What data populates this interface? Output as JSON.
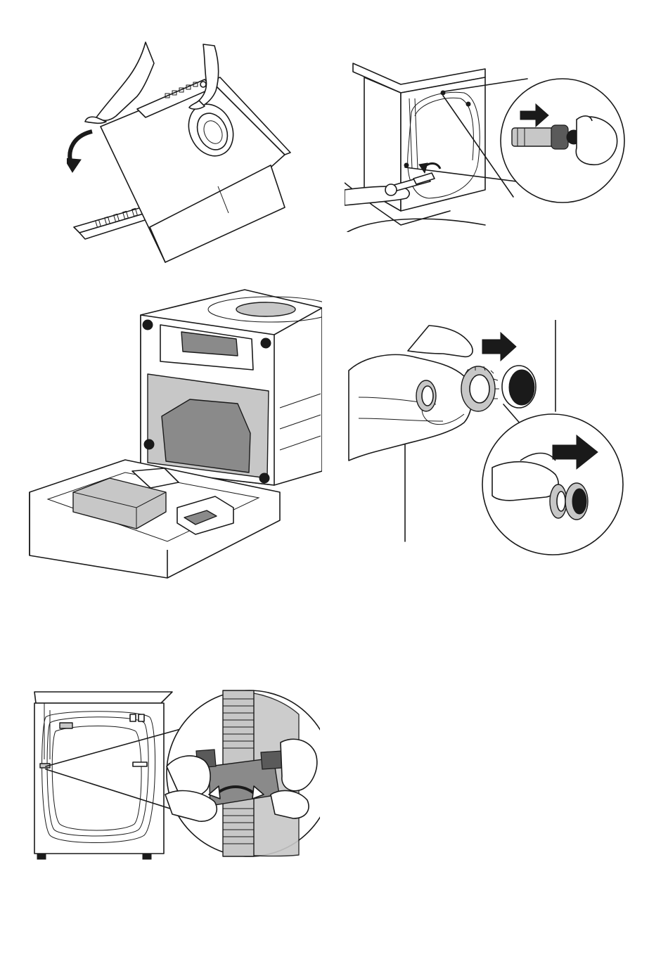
{
  "page": {
    "background": "#ffffff",
    "line_color": "#1a1a1a",
    "shade_colors": [
      "#8a8a8a",
      "#c7c7c7",
      "#5a5a5a",
      "#1a1a1a"
    ]
  },
  "illustrations": [
    {
      "id": "tilt-machine-backwards",
      "icons": [
        "curved-arrow-icon"
      ]
    },
    {
      "id": "remove-transit-bolts",
      "icons": [
        "curved-arrow-icon",
        "pull-arrow-icon",
        "spanner-icon"
      ]
    },
    {
      "id": "remove-base-packaging",
      "icons": []
    },
    {
      "id": "insert-plastic-caps",
      "icons": [
        "push-arrow-icon",
        "push-arrow-icon"
      ]
    },
    {
      "id": "release-hose-clips",
      "icons": [
        "double-arrow-icon"
      ]
    }
  ]
}
